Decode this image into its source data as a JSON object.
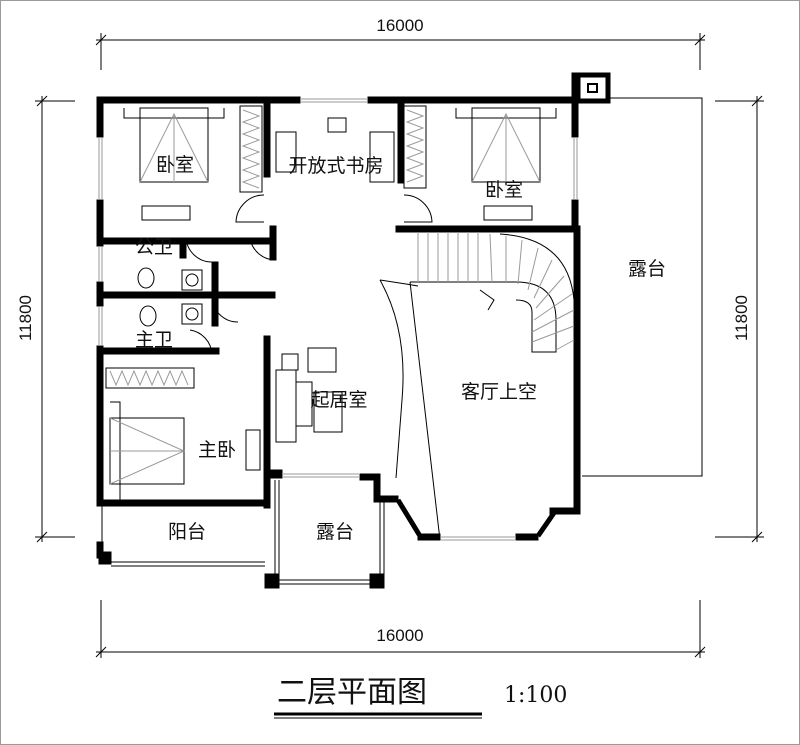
{
  "dimensions": {
    "top": "16000",
    "bottom": "16000",
    "left": "11800",
    "right": "11800"
  },
  "rooms": {
    "bedroom_left": "卧室",
    "study": "开放式书房",
    "bedroom_right": "卧室",
    "public_bath": "公卫",
    "master_bath": "主卫",
    "master_bedroom": "主卧",
    "living": "起居室",
    "void": "客厅上空",
    "terrace_right": "露台",
    "balcony": "阳台",
    "terrace_bottom": "露台"
  },
  "title": {
    "main": "二层平面图",
    "scale": "1:100"
  }
}
